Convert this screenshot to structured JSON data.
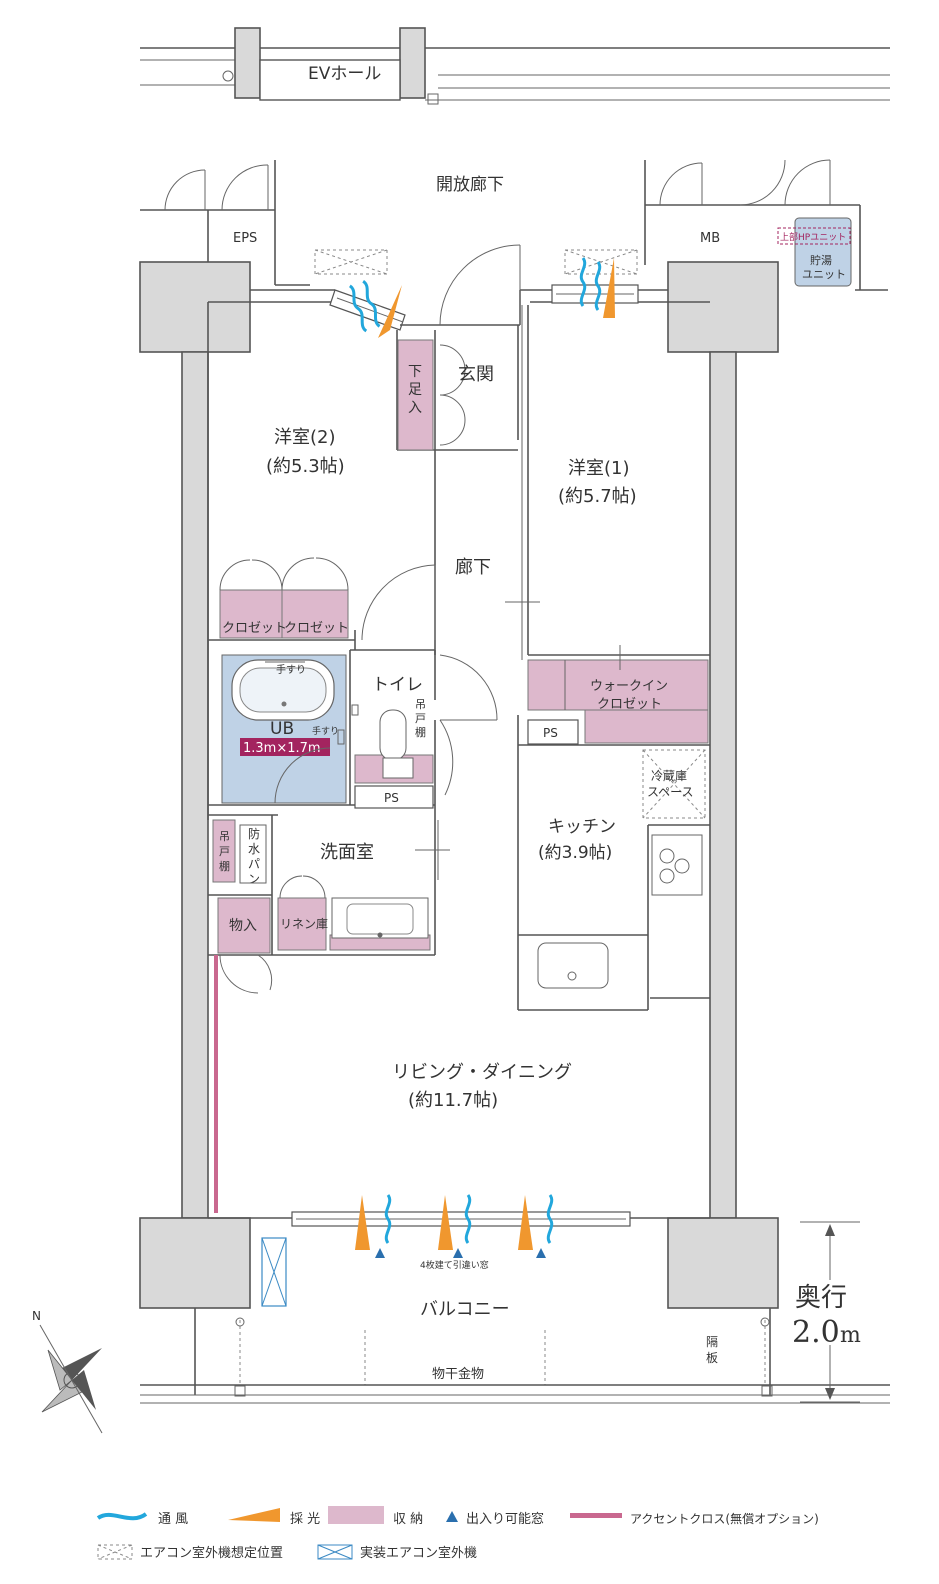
{
  "rooms": {
    "ev_hall": "EVホール",
    "corridor_open": "開放廊下",
    "eps": "EPS",
    "mb": "MB",
    "hp_unit": "上部HPユニット",
    "water_heater_1": "貯湯",
    "water_heater_2": "ユニット",
    "entrance": "玄関",
    "shoe_storage": "下足入",
    "western_room_2_name": "洋室(2)",
    "western_room_2_size": "(約5.3帖)",
    "western_room_1_name": "洋室(1)",
    "western_room_1_size": "(約5.7帖)",
    "hallway": "廊下",
    "closet_a": "クロゼット",
    "closet_b": "クロゼット",
    "handrail_1": "手すり",
    "handrail_2": "手すり",
    "ub": "UB",
    "ub_size": "1.3m×1.7m",
    "toilet": "トイレ",
    "hanging_shelf_toilet": "吊戸棚",
    "ps_toilet": "PS",
    "walk_in_closet_1": "ウォークイン",
    "walk_in_closet_2": "クロゼット",
    "ps_wic": "PS",
    "fridge_space_1": "冷蔵庫",
    "fridge_space_2": "スペース",
    "hanging_shelf_wash": "吊戸棚",
    "waterproof_pan": "防水パン",
    "washroom": "洗面室",
    "kitchen_name": "キッチン",
    "kitchen_size": "(約3.9帖)",
    "storage": "物入",
    "linen": "リネン庫",
    "living_name": "リビング・ダイニング",
    "living_size": "(約11.7帖)",
    "window_note": "4枚建て引違い窓",
    "balcony": "バルコニー",
    "partition": "隔板",
    "clothes_hanger": "物干金物",
    "depth_label": "奥行",
    "depth_value": "2.0",
    "depth_unit": "m",
    "compass_n": "N"
  },
  "legend": {
    "ventilation": "通 風",
    "lighting": "採 光",
    "storage": "収 納",
    "doorway_window": "出入り可能窓",
    "accent_cross": "アクセントクロス(無償オプション)",
    "ac_outdoor_planned": "エアコン室外機想定位置",
    "ac_outdoor_installed": "実装エアコン室外機"
  },
  "colors": {
    "storage_pink": "#ddb8cc",
    "accent_pink": "#c9688f",
    "bath_blue": "#bfd2e6",
    "wind_blue": "#22a7dc",
    "light_orange": "#f0972e",
    "wall_gray": "#d9d9d9",
    "tag_magenta": "#a3245f"
  }
}
